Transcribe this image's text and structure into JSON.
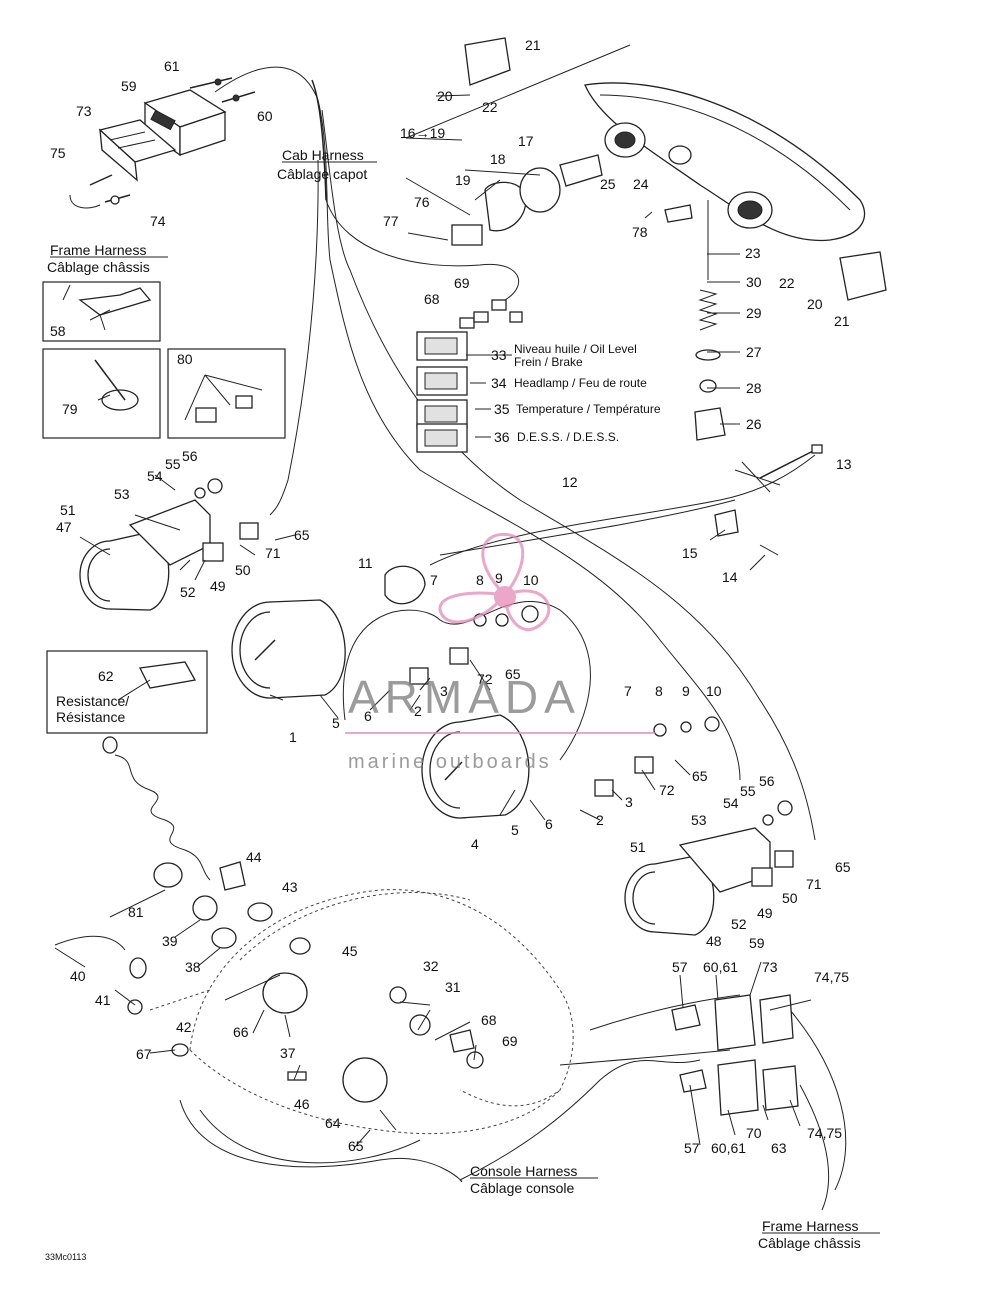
{
  "figure_code": "33Mc0113",
  "watermark": {
    "brand": "ARMADA",
    "tagline": "marine outboards",
    "accent_color": "#e48ab8"
  },
  "harness_labels": {
    "cab": [
      "Cab Harness",
      "Câblage capot"
    ],
    "frame_top": [
      "Frame Harness",
      "Câblage châssis"
    ],
    "frame_bottom": [
      "Frame Harness",
      "Câblage châssis"
    ],
    "console": [
      "Console Harness",
      "Câblage console"
    ],
    "resistance": [
      "Resistance/",
      "Résistance"
    ]
  },
  "indicators": [
    {
      "num": "33",
      "text": "Niveau huile / Oil Level",
      "text2": "Frein / Brake"
    },
    {
      "num": "34",
      "text": "Headlamp / Feu de route"
    },
    {
      "num": "35",
      "text": "Temperature / Température"
    },
    {
      "num": "36",
      "text": "D.E.S.S. / D.E.S.S."
    }
  ],
  "callouts": {
    "c61": "61",
    "c59": "59",
    "c60": "60",
    "c73": "73",
    "c75": "75",
    "c74": "74",
    "c21a": "21",
    "c20a": "20",
    "c22a": "22",
    "c1619": "16→19",
    "c17": "17",
    "c18": "18",
    "c19": "19",
    "c25": "25",
    "c24": "24",
    "c76": "76",
    "c77": "77",
    "c78": "78",
    "c23": "23",
    "c22b": "22",
    "c30": "30",
    "c20b": "20",
    "c29": "29",
    "c21b": "21",
    "c27": "27",
    "c28": "28",
    "c26": "26",
    "c69a": "69",
    "c68a": "68",
    "c58": "58",
    "c79": "79",
    "c80": "80",
    "c56a": "56",
    "c55a": "55",
    "c54a": "54",
    "c53a": "53",
    "c51a": "51",
    "c47": "47",
    "c65a": "65",
    "c71a": "71",
    "c50a": "50",
    "c49a": "49",
    "c52a": "52",
    "c13": "13",
    "c12": "12",
    "c15": "15",
    "c14": "14",
    "c11": "11",
    "c7a": "7",
    "c8a": "8",
    "c9a": "9",
    "c10a": "10",
    "c62": "62",
    "c65b": "65",
    "c72a": "72",
    "c3a": "3",
    "c2a": "2",
    "c6a": "6",
    "c5a": "5",
    "c1": "1",
    "c7b": "7",
    "c8b": "8",
    "c9b": "9",
    "c10b": "10",
    "c65c": "65",
    "c72b": "72",
    "c3b": "3",
    "c2b": "2",
    "c6b": "6",
    "c5b": "5",
    "c4": "4",
    "c56b": "56",
    "c55b": "55",
    "c54b": "54",
    "c53b": "53",
    "c51b": "51",
    "c65d": "65",
    "c71b": "71",
    "c50b": "50",
    "c49b": "49",
    "c52b": "52",
    "c48": "48",
    "c44": "44",
    "c81": "81",
    "c43": "43",
    "c39": "39",
    "c45": "45",
    "c38": "38",
    "c32": "32",
    "c40": "40",
    "c31": "31",
    "c41": "41",
    "c42": "42",
    "c66": "66",
    "c68b": "68",
    "c69b": "69",
    "c67": "67",
    "c37": "37",
    "c46": "46",
    "c64": "64",
    "c65e": "65",
    "c57a": "57",
    "c5961": "59",
    "c6061a": "60,61",
    "c73b": "73",
    "c7475a": "74,75",
    "c57b": "57",
    "c6061b": "60,61",
    "c70": "70",
    "c63": "63",
    "c7475b": "74,75"
  }
}
